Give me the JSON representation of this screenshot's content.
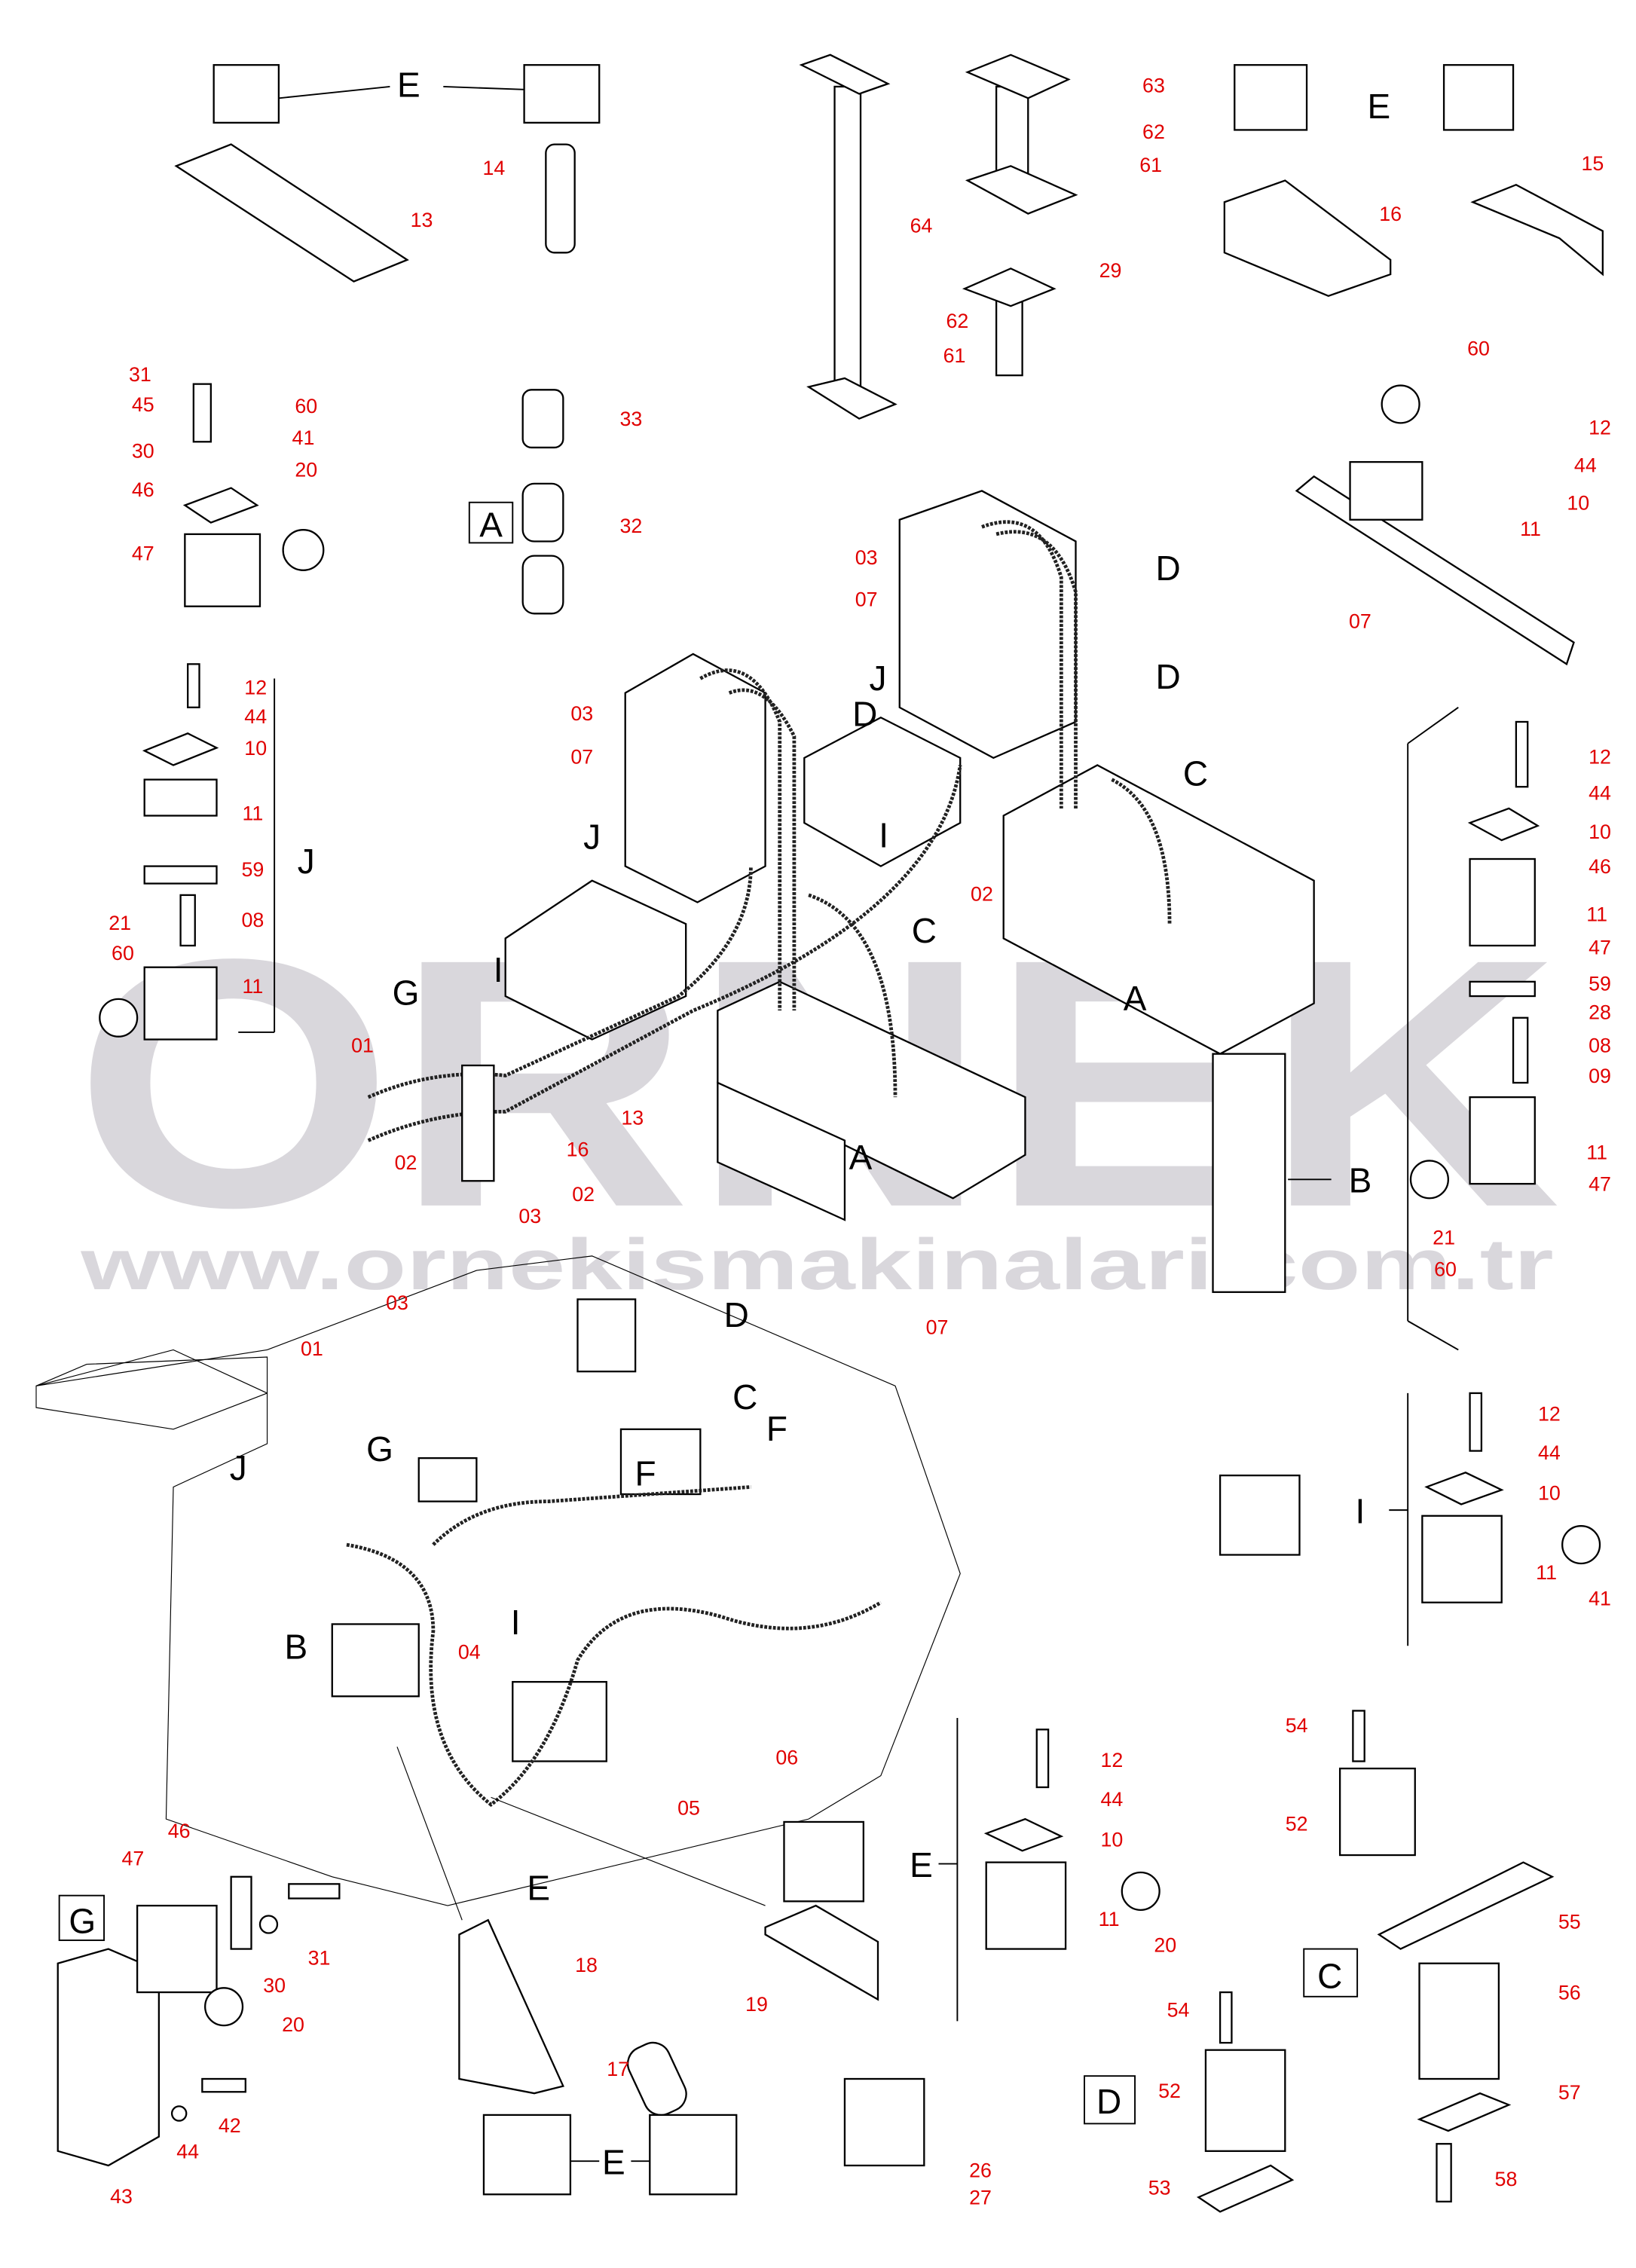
{
  "watermark": {
    "brand": "ORNEK",
    "url": "www.ornekismakinalari.com.tr"
  },
  "colors": {
    "callout": "#e00000",
    "letter": "#000000",
    "watermark": "#d9d7dc"
  },
  "labels": [
    "E",
    "13",
    "14",
    "E",
    "64",
    "63",
    "62",
    "61",
    "29",
    "62",
    "61",
    "16",
    "15",
    "31",
    "45",
    "30",
    "46",
    "47",
    "60",
    "41",
    "20",
    "33",
    "32",
    "A",
    "60",
    "12",
    "44",
    "10",
    "11",
    "07",
    "03",
    "07",
    "D",
    "D",
    "J",
    "C",
    "03",
    "07",
    "D",
    "J",
    "I",
    "02",
    "C",
    "A",
    "A",
    "I",
    "G",
    "01",
    "13",
    "16",
    "02",
    "02",
    "03",
    "12",
    "44",
    "10",
    "11",
    "59",
    "J",
    "08",
    "21",
    "60",
    "11",
    "12",
    "44",
    "10",
    "46",
    "11",
    "47",
    "59",
    "28",
    "08",
    "09",
    "11",
    "47",
    "B",
    "21",
    "60",
    "07",
    "03",
    "01",
    "D",
    "C",
    "F",
    "F",
    "G",
    "J",
    "I",
    "B",
    "04",
    "06",
    "05",
    "I",
    "12",
    "44",
    "10",
    "11",
    "41",
    "E",
    "12",
    "44",
    "10",
    "11",
    "20",
    "54",
    "52",
    "55",
    "C",
    "56",
    "57",
    "58",
    "54",
    "52",
    "53",
    "D",
    "G",
    "47",
    "46",
    "31",
    "30",
    "20",
    "42",
    "44",
    "43",
    "18",
    "19",
    "17",
    "E",
    "E",
    "26",
    "27"
  ]
}
